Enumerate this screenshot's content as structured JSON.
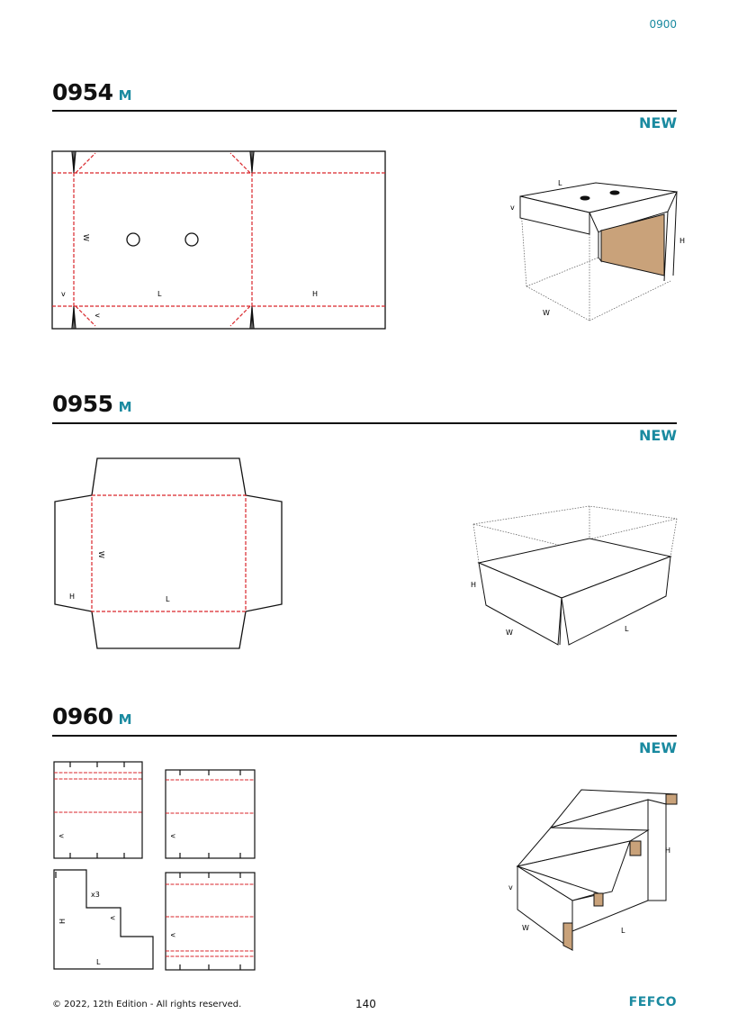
{
  "header": {
    "code": "0900"
  },
  "sections": [
    {
      "code": "0954",
      "suffix": "M",
      "badge": "NEW",
      "labels": {
        "v_left": "v",
        "w": "W",
        "l": "L",
        "h": "H",
        "v_rot": "v"
      },
      "view_labels": {
        "l": "L",
        "v": "v",
        "h": "H",
        "w": "W"
      }
    },
    {
      "code": "0955",
      "suffix": "M",
      "badge": "NEW",
      "labels": {
        "w": "W",
        "h": "H",
        "l": "L"
      },
      "view_labels": {
        "h": "H",
        "w": "W",
        "l": "L"
      }
    },
    {
      "code": "0960",
      "suffix": "M",
      "badge": "NEW",
      "labels": {
        "v1": "v",
        "v2": "v",
        "x3": "x3",
        "h": "H",
        "v3": "v",
        "l": "L",
        "v4": "v"
      },
      "view_labels": {
        "h": "H",
        "v": "v",
        "w": "W",
        "l": "L"
      }
    }
  ],
  "footer": {
    "copyright": "© 2022, 12th Edition - All rights reserved.",
    "page": "140",
    "logo": "FEFCO"
  },
  "colors": {
    "accent": "#1a8aa0",
    "cut_line": "#d9262b",
    "kraft": "#c9a27a"
  }
}
